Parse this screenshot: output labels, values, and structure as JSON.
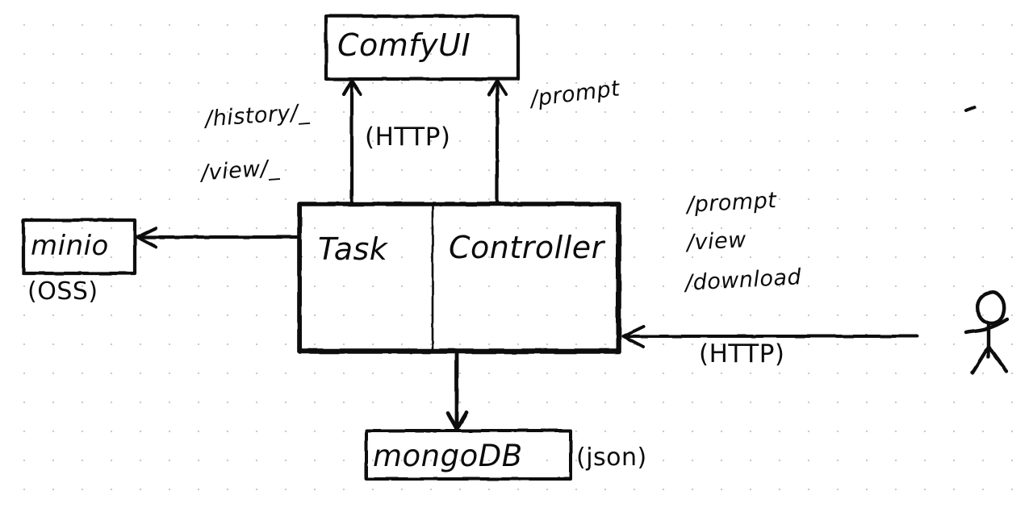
{
  "diagram": {
    "title": "ComfyUI task controller architecture sketch",
    "style": "hand-drawn whiteboard sketch on dotted grid paper",
    "ink_color": "#0b0b0b",
    "grid_dot_color": "#c9c9cf",
    "background_color": "#ffffff"
  },
  "nodes": {
    "comfyui": {
      "label": "ComfyUI"
    },
    "service": {
      "left_label": "Task",
      "right_label": "Controller"
    },
    "minio": {
      "label": "minio",
      "sublabel": "(OSS)"
    },
    "mongodb": {
      "label": "mongoDB",
      "sublabel": "(json)"
    },
    "actor": {
      "label": "user-stick-figure"
    }
  },
  "edges": {
    "task_to_comfyui": {
      "label_line1": "/history/_",
      "label_line2": "/view/_",
      "protocol": "(HTTP)",
      "direction": "up"
    },
    "controller_to_comfyui": {
      "label": "/prompt",
      "direction": "up"
    },
    "task_to_minio": {
      "direction": "left"
    },
    "service_to_mongodb": {
      "direction": "down"
    },
    "actor_to_controller": {
      "label_line1": "/prompt",
      "label_line2": "/view",
      "label_line3": "/download",
      "protocol": "(HTTP)",
      "direction": "left"
    }
  }
}
